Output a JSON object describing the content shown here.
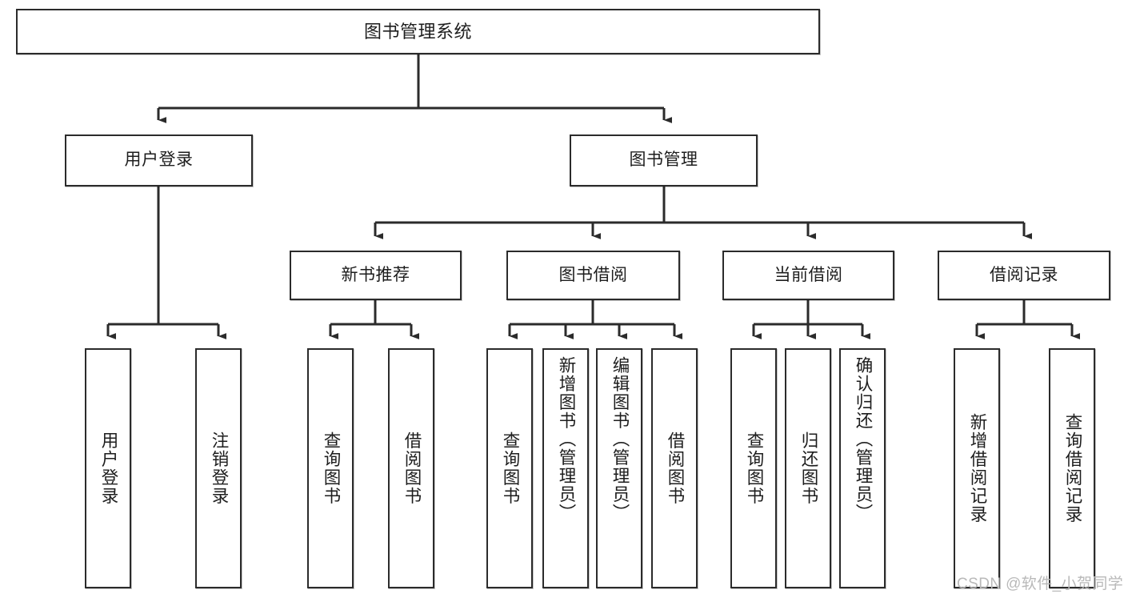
{
  "diagram": {
    "title": "图书管理系统",
    "type": "hierarchy-tree",
    "watermark": "CSDN @软件_小贺同学",
    "colors": {
      "stroke": "#2b2b2b",
      "fill": "#ffffff",
      "text": "#1d1d1d",
      "watermark": "#b9b9b9"
    },
    "levels": [
      {
        "level": 1,
        "nodes": [
          {
            "id": "root",
            "label": "图书管理系统",
            "orientation": "horizontal"
          }
        ]
      },
      {
        "level": 2,
        "nodes": [
          {
            "id": "user-login",
            "label": "用户登录",
            "orientation": "horizontal",
            "parent": "root"
          },
          {
            "id": "book-manage",
            "label": "图书管理",
            "orientation": "horizontal",
            "parent": "root"
          }
        ]
      },
      {
        "level": 3,
        "nodes": [
          {
            "id": "new-book-rec",
            "label": "新书推荐",
            "orientation": "horizontal",
            "parent": "book-manage"
          },
          {
            "id": "book-borrow",
            "label": "图书借阅",
            "orientation": "horizontal",
            "parent": "book-manage"
          },
          {
            "id": "current-borrow",
            "label": "当前借阅",
            "orientation": "horizontal",
            "parent": "book-manage"
          },
          {
            "id": "borrow-record",
            "label": "借阅记录",
            "orientation": "horizontal",
            "parent": "book-manage"
          }
        ]
      },
      {
        "level": 4,
        "nodes": [
          {
            "id": "leaf-user-login",
            "label": "用户登录",
            "orientation": "vertical",
            "parent": "user-login"
          },
          {
            "id": "leaf-user-logout",
            "label": "注销登录",
            "orientation": "vertical",
            "parent": "user-login"
          },
          {
            "id": "leaf-rec-query",
            "label": "查询图书",
            "orientation": "vertical",
            "parent": "new-book-rec"
          },
          {
            "id": "leaf-rec-borrow",
            "label": "借阅图书",
            "orientation": "vertical",
            "parent": "new-book-rec"
          },
          {
            "id": "leaf-borrow-query",
            "label": "查询图书",
            "orientation": "vertical",
            "parent": "book-borrow"
          },
          {
            "id": "leaf-borrow-add",
            "label": "新增图书（管理员）",
            "orientation": "vertical",
            "parent": "book-borrow"
          },
          {
            "id": "leaf-borrow-edit",
            "label": "编辑图书（管理员）",
            "orientation": "vertical",
            "parent": "book-borrow"
          },
          {
            "id": "leaf-borrow-lend",
            "label": "借阅图书",
            "orientation": "vertical",
            "parent": "book-borrow"
          },
          {
            "id": "leaf-cur-query",
            "label": "查询图书",
            "orientation": "vertical",
            "parent": "current-borrow"
          },
          {
            "id": "leaf-cur-return",
            "label": "归还图书",
            "orientation": "vertical",
            "parent": "current-borrow"
          },
          {
            "id": "leaf-cur-confirm",
            "label": "确认归还（管理员）",
            "orientation": "vertical",
            "parent": "current-borrow"
          },
          {
            "id": "leaf-rec-add",
            "label": "新增借阅记录",
            "orientation": "vertical",
            "parent": "borrow-record"
          },
          {
            "id": "leaf-rec-search",
            "label": "查询借阅记录",
            "orientation": "vertical",
            "parent": "borrow-record"
          }
        ]
      }
    ]
  }
}
